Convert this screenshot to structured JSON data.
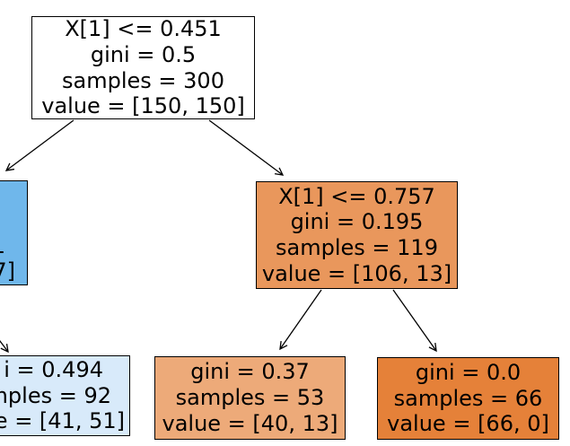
{
  "figure": {
    "type": "decision-tree-plot",
    "background": "#ffffff",
    "edge_color": "#000000",
    "text_color": "#000000"
  },
  "nodes": {
    "root": {
      "lines": [
        "X[1] <= 0.451",
        "gini = 0.5",
        "samples = 300",
        "value = [150, 150]"
      ],
      "fill": "#ffffff"
    },
    "left_internal": {
      "visible_fragments": [
        "1",
        "7]"
      ],
      "fill": "#6fb7eb"
    },
    "right_internal": {
      "lines": [
        "X[1] <= 0.757",
        "gini = 0.195",
        "samples = 119",
        "value = [106, 13]"
      ],
      "fill": "#e9975c"
    },
    "leaf_left": {
      "visible_fragments": [
        "i = 0.494",
        "mples = 92",
        "e = [41, 51]"
      ],
      "fill": "#d8eafa"
    },
    "leaf_mid": {
      "lines": [
        "gini = 0.37",
        "samples = 53",
        "value = [40, 13]"
      ],
      "fill": "#edaa79"
    },
    "leaf_right": {
      "lines": [
        "gini = 0.0",
        "samples = 66",
        "value = [66, 0]"
      ],
      "fill": "#e58139"
    }
  }
}
